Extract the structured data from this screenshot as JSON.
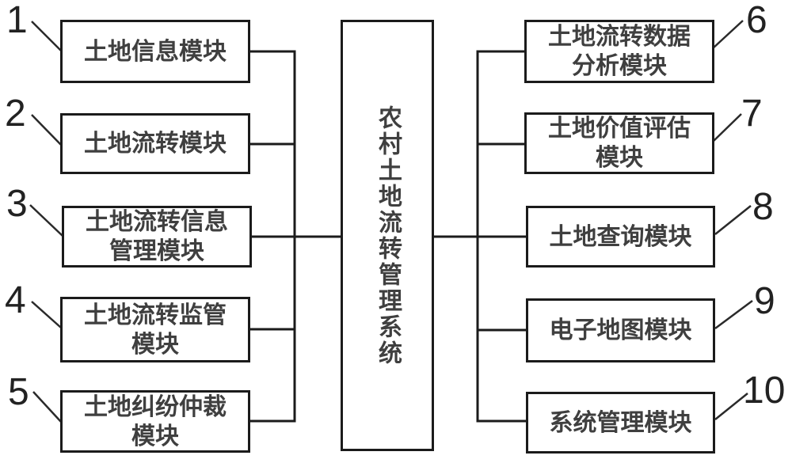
{
  "figure": {
    "center_node": {
      "label": "农村土地流转管理系统"
    },
    "left_modules": [
      {
        "ref": "1",
        "lines": [
          "土地信息模块"
        ]
      },
      {
        "ref": "2",
        "lines": [
          "土地流转模块"
        ]
      },
      {
        "ref": "3",
        "lines": [
          "土地流转信息",
          "管理模块"
        ]
      },
      {
        "ref": "4",
        "lines": [
          "土地流转监管",
          "模块"
        ]
      },
      {
        "ref": "5",
        "lines": [
          "土地纠纷仲裁",
          "模块"
        ]
      }
    ],
    "right_modules": [
      {
        "ref": "6",
        "lines": [
          "土地流转数据",
          "分析模块"
        ]
      },
      {
        "ref": "7",
        "lines": [
          "土地价值评估",
          "模块"
        ]
      },
      {
        "ref": "8",
        "lines": [
          "土地查询模块"
        ]
      },
      {
        "ref": "9",
        "lines": [
          "电子地图模块"
        ]
      },
      {
        "ref": "10",
        "lines": [
          "系统管理模块"
        ]
      }
    ],
    "colors": {
      "line": "#1b1b1b",
      "text": "#3f3f3f",
      "background": "#ffffff"
    }
  }
}
